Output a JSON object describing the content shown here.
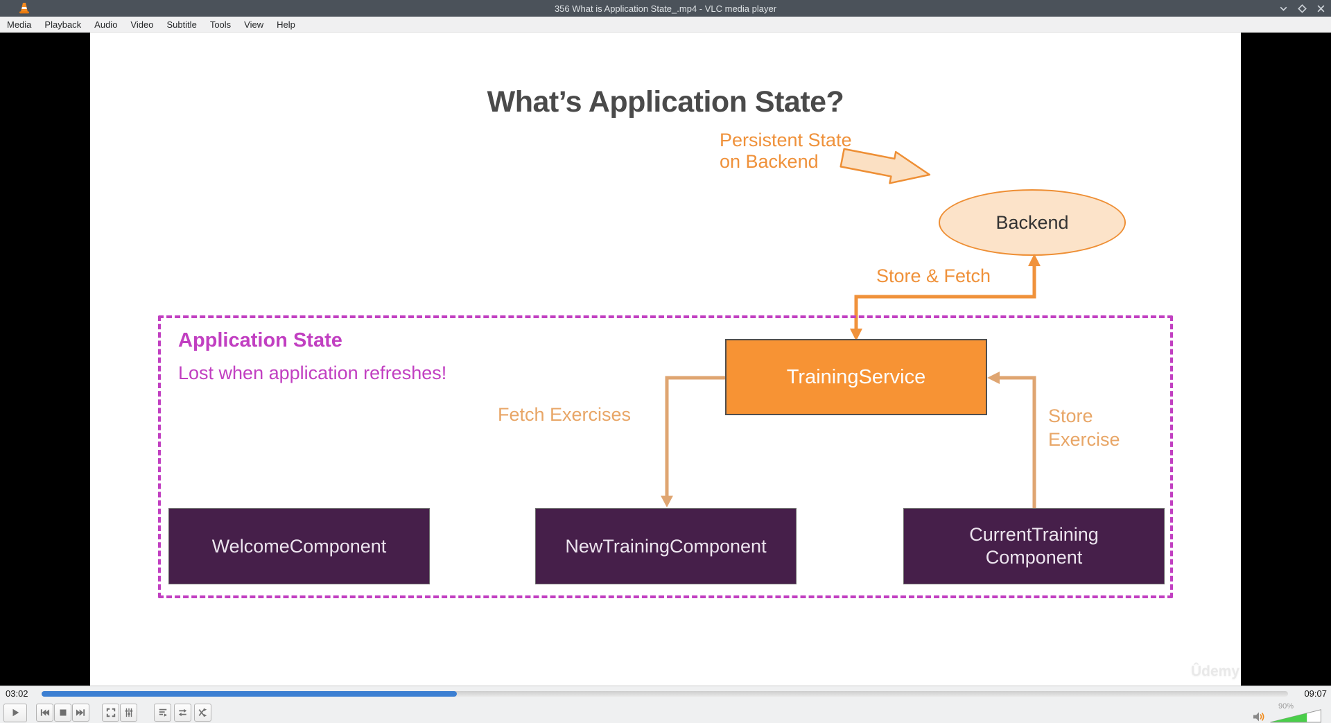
{
  "titlebar": {
    "title": "356 What is Application State_.mp4 - VLC media player",
    "window_controls": [
      "minimize",
      "maximize",
      "close"
    ]
  },
  "menubar": {
    "items": [
      "Media",
      "Playback",
      "Audio",
      "Video",
      "Subtitle",
      "Tools",
      "View",
      "Help"
    ]
  },
  "slide": {
    "title": "What’s Application State?",
    "persistent": {
      "line1": "Persistent State",
      "line2": "on Backend"
    },
    "backend_label": "Backend",
    "store_fetch_label": "Store & Fetch",
    "app_state": {
      "title": "Application State",
      "subtitle": "Lost when application refreshes!"
    },
    "training_service_label": "TrainingService",
    "fetch_exercises_label": "Fetch Exercises",
    "store_exercise": {
      "line1": "Store",
      "line2": "Exercise"
    },
    "components": {
      "welcome": "WelcomeComponent",
      "new_training": "NewTrainingComponent",
      "current_training_line1": "CurrentTraining",
      "current_training_line2": "Component"
    },
    "watermark": "Ûdemy"
  },
  "controls": {
    "elapsed": "03:02",
    "total": "09:07",
    "progress_pct": 33.3,
    "buttons": [
      "play",
      "previous",
      "stop",
      "next",
      "fullscreen",
      "extended-settings",
      "playlist",
      "loop",
      "random"
    ],
    "volume": {
      "label": "90%",
      "fill_pct": 72
    }
  },
  "colors": {
    "titlebar_bg": "#4b525a",
    "accent_orange": "#ef913a",
    "connector_tan": "#dfa571",
    "magenta": "#c13fc1",
    "plum_box": "#461f4a",
    "training_orange": "#f79334",
    "peach_fill": "#fce3c9",
    "seek_blue": "#3c7fd2",
    "volume_green": "#4ace4a"
  }
}
